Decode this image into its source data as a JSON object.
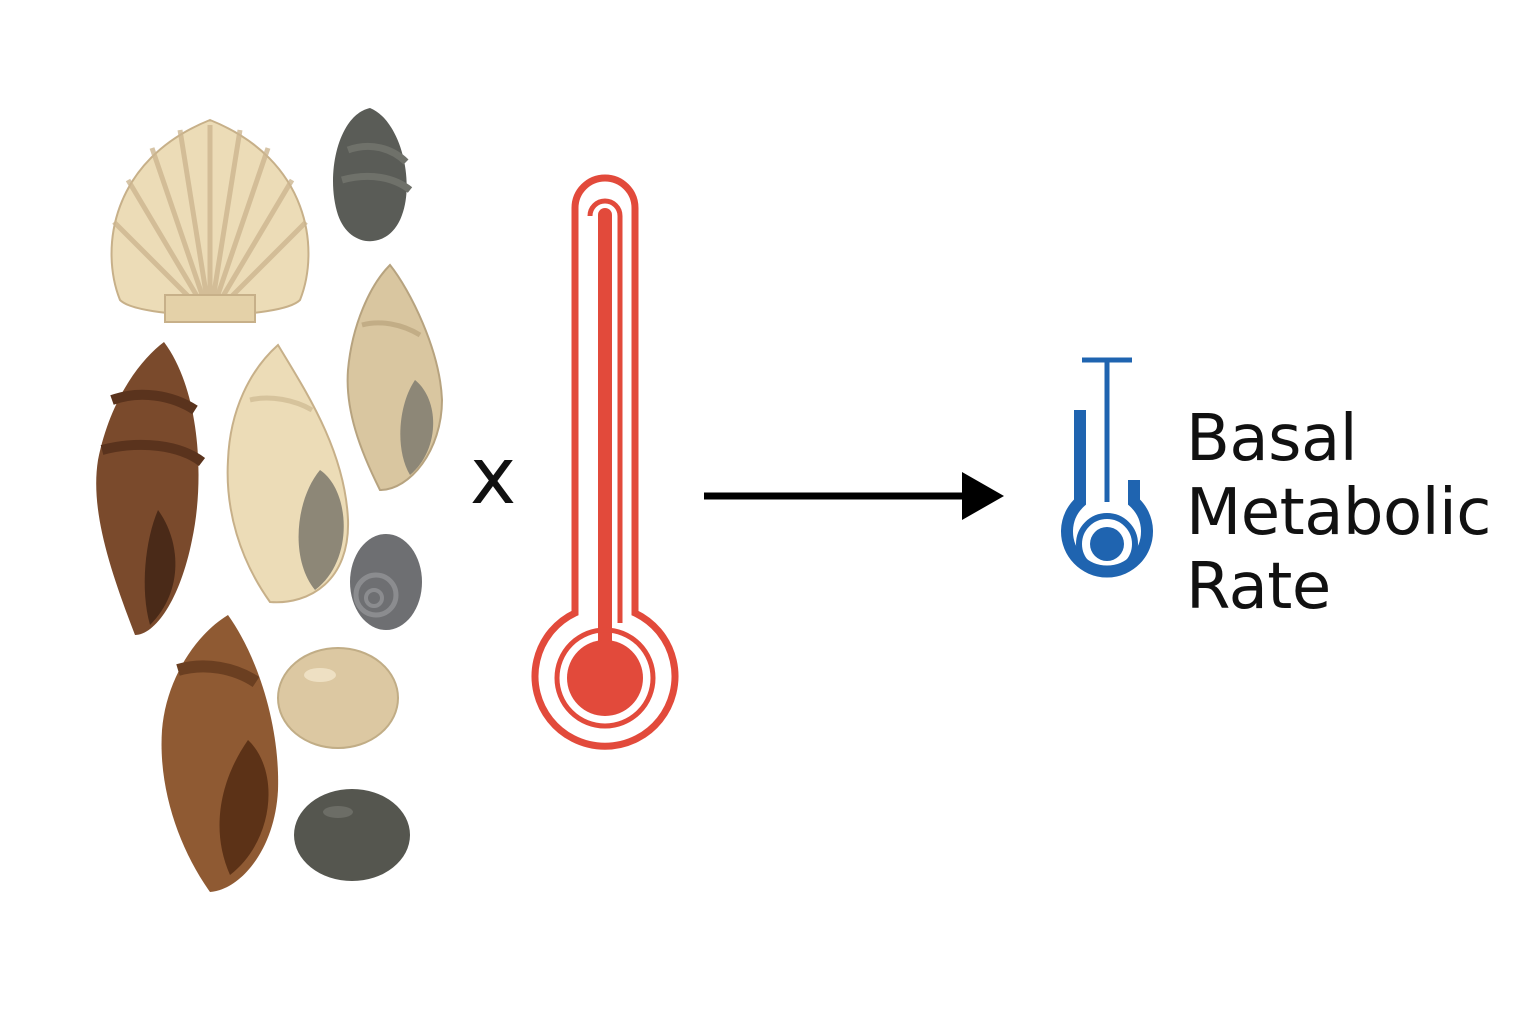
{
  "operator": {
    "symbol": "x",
    "icon": "multiply-sign"
  },
  "inputs": {
    "organisms_icon": "shells-and-snails-illustration",
    "temperature_icon": "thermometer-icon"
  },
  "connector": {
    "icon": "right-arrow"
  },
  "result": {
    "icon": "metabolic-rate-icon",
    "label_line1": "Basal",
    "label_line2": "Metabolic",
    "label_line3": "Rate"
  },
  "colors": {
    "thermometer": "#e24a3b",
    "metabolic_icon": "#1f64b0",
    "text": "#111111",
    "arrow": "#000000"
  }
}
